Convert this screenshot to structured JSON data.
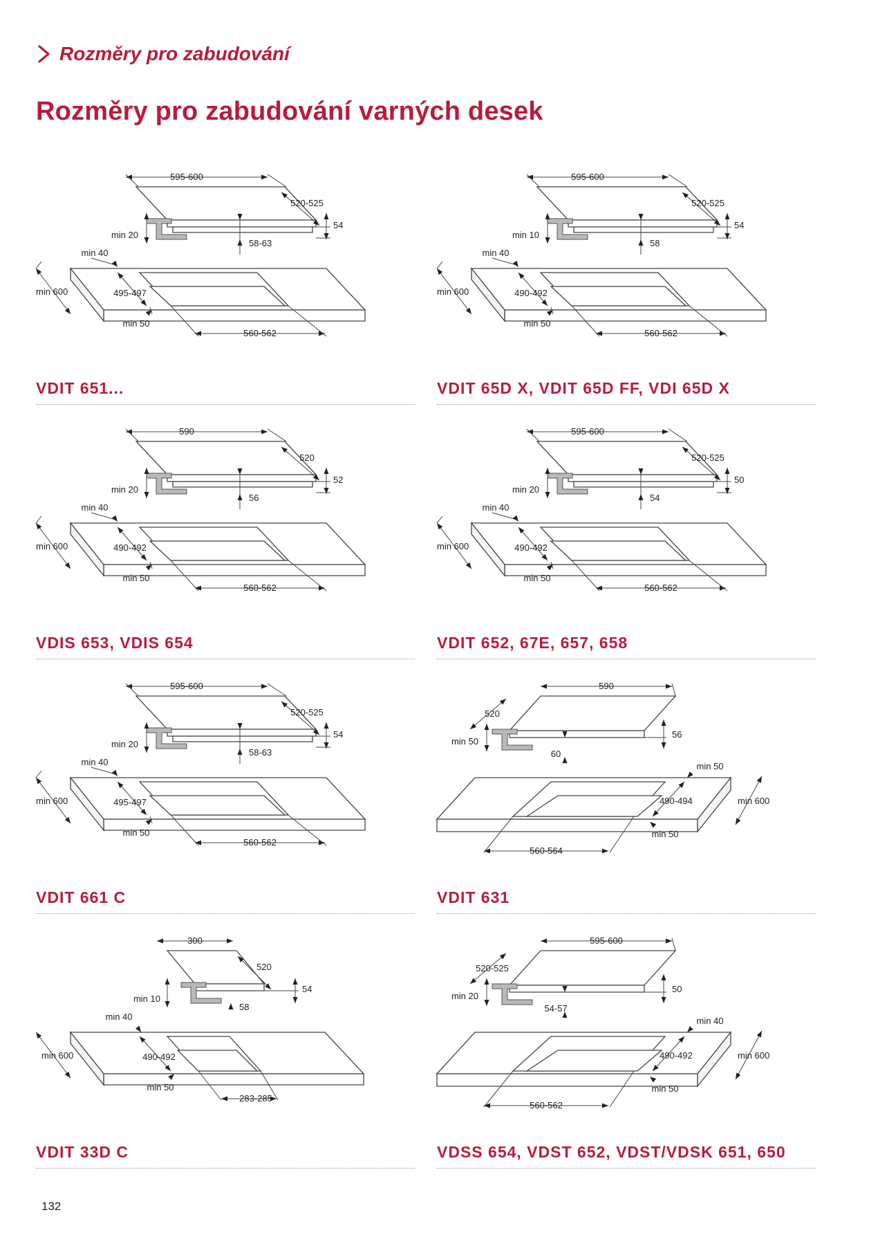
{
  "breadcrumb": {
    "label": "Rozměry pro zabudování",
    "icon": "chevron-right-icon"
  },
  "title": "Rozměry pro zabudování varných desek",
  "accent_color": "#b81c3d",
  "panels": [
    {
      "model": "VDIT 651...",
      "variant": "standard",
      "dims": {
        "width": "595-600",
        "depth": "520-525",
        "height": "54",
        "gap": "min 20",
        "inner": "58-63",
        "back": "min 40",
        "counter_depth": "min 600",
        "cut_depth": "495-497",
        "front": "min 50",
        "cut_width": "560-562"
      }
    },
    {
      "model": "VDIT 65D X, VDIT 65D FF, VDI 65D X",
      "variant": "standard",
      "dims": {
        "width": "595-600",
        "depth": "520-525",
        "height": "54",
        "gap": "min 10",
        "inner": "58",
        "back": "min 40",
        "counter_depth": "min 600",
        "cut_depth": "490-492",
        "front": "min 50",
        "cut_width": "560-562"
      }
    },
    {
      "model": "VDIS 653, VDIS 654",
      "variant": "standard",
      "dims": {
        "width": "590",
        "depth": "520",
        "height": "52",
        "gap": "min 20",
        "inner": "56",
        "back": "min 40",
        "counter_depth": "min 600",
        "cut_depth": "490-492",
        "front": "min 50",
        "cut_width": "560-562"
      }
    },
    {
      "model": "VDIT 652, 67E, 657, 658",
      "variant": "standard",
      "dims": {
        "width": "595-600",
        "depth": "520-525",
        "height": "50",
        "gap": "min 20",
        "inner": "54",
        "back": "min 40",
        "counter_depth": "min 600",
        "cut_depth": "490-492",
        "front": "min 50",
        "cut_width": "560-562"
      }
    },
    {
      "model": "VDIT 661 C",
      "variant": "standard",
      "dims": {
        "width": "595-600",
        "depth": "520-525",
        "height": "54",
        "gap": "min 20",
        "inner": "58-63",
        "back": "min 40",
        "counter_depth": "min 600",
        "cut_depth": "495-497",
        "front": "min 50",
        "cut_width": "560-562"
      }
    },
    {
      "model": "VDIT 631",
      "variant": "mirrored",
      "dims": {
        "width": "590",
        "depth": "520",
        "height": "56",
        "gap": "min 50",
        "inner": "60",
        "back": "min 50",
        "counter_depth": "min 600",
        "cut_depth": "490-494",
        "front": "min 50",
        "cut_width": "560-564"
      }
    },
    {
      "model": "VDIT 33D C",
      "variant": "small",
      "dims": {
        "width": "300",
        "depth": "520",
        "height": "54",
        "gap": "min 10",
        "inner": "58",
        "back": "min 40",
        "counter_depth": "min 600",
        "cut_depth": "490-492",
        "front": "min 50",
        "cut_width": "283-285"
      }
    },
    {
      "model": "VDSS 654, VDST 652, VDST/VDSK 651, 650",
      "variant": "mirrored",
      "dims": {
        "width": "595-600",
        "depth": "520-525",
        "height": "50",
        "gap": "min 20",
        "inner": "54-57",
        "back": "min 40",
        "counter_depth": "min 600",
        "cut_depth": "490-492",
        "front": "min 50",
        "cut_width": "560-562"
      }
    }
  ],
  "page_number": "132"
}
